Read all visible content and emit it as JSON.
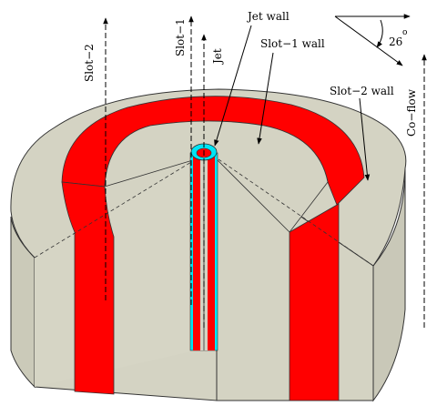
{
  "labels": {
    "jet_wall": "Jet wall",
    "slot1_wall": "Slot−1 wall",
    "slot2_wall": "Slot−2 wall",
    "slot2": "Slot−2",
    "slot1": "Slot−1",
    "jet": "Jet",
    "coflow": "Co−flow",
    "angle": "26",
    "degree": "o"
  },
  "colors": {
    "wall": "#d4d3c3",
    "slot": "#ff0000",
    "jet_ring": "#00e5f5",
    "outline": "#333333",
    "background": "#ffffff"
  }
}
